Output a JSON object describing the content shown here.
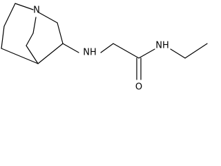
{
  "molecule": {
    "atom_labels": {
      "quinuclidine_n": "N",
      "amine_nh": "NH",
      "amide_nh": "NH",
      "carbonyl_o": "O"
    },
    "colors": {
      "bond": "#000000",
      "label": "#000000",
      "background": "#ffffff"
    }
  }
}
